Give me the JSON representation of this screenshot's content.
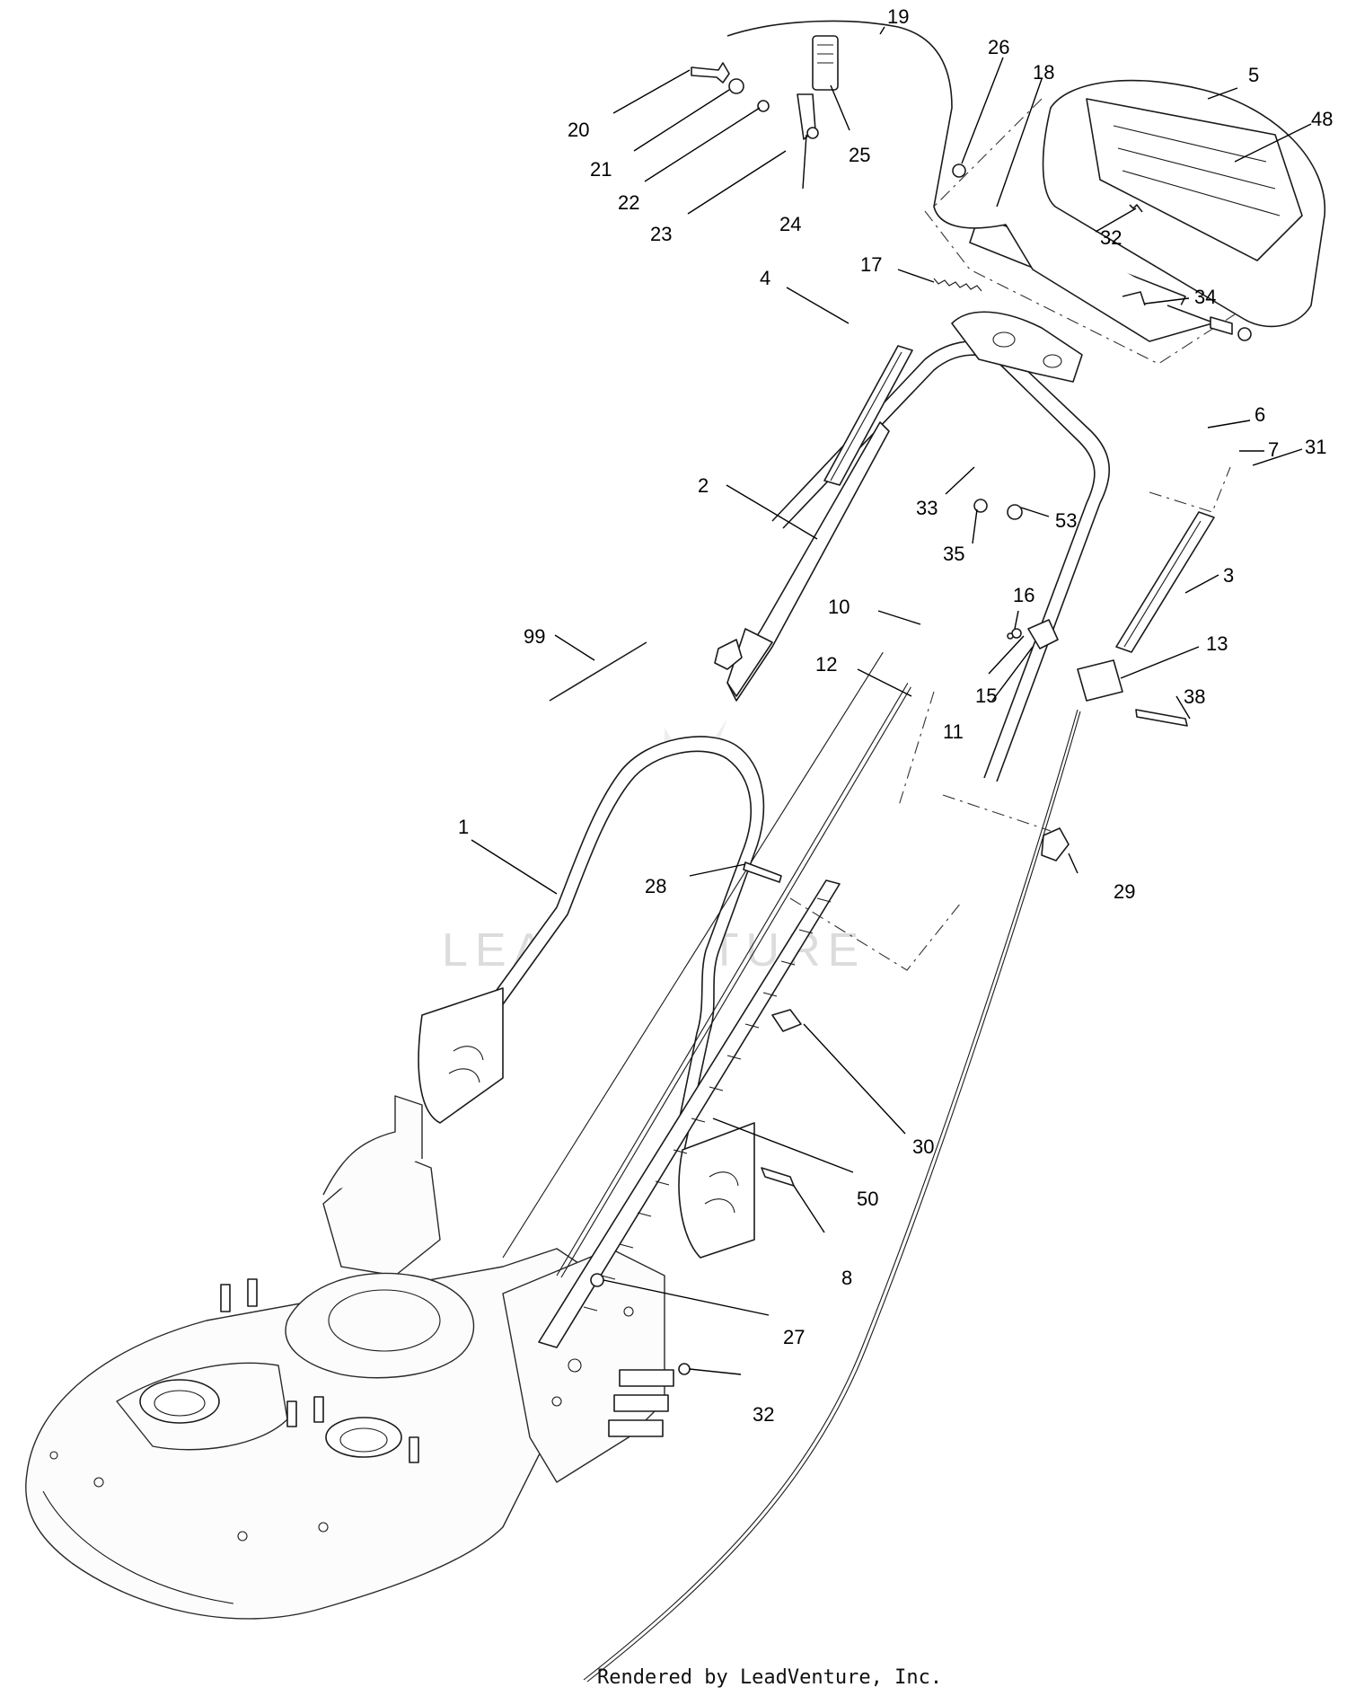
{
  "diagram": {
    "type": "exploded-parts-view",
    "callouts": [
      {
        "id": "1",
        "label": "1"
      },
      {
        "id": "2",
        "label": "2"
      },
      {
        "id": "3",
        "label": "3"
      },
      {
        "id": "4",
        "label": "4"
      },
      {
        "id": "5",
        "label": "5"
      },
      {
        "id": "6",
        "label": "6"
      },
      {
        "id": "7",
        "label": "7"
      },
      {
        "id": "8",
        "label": "8"
      },
      {
        "id": "10",
        "label": "10"
      },
      {
        "id": "11",
        "label": "11"
      },
      {
        "id": "12",
        "label": "12"
      },
      {
        "id": "13",
        "label": "13"
      },
      {
        "id": "15",
        "label": "15"
      },
      {
        "id": "16",
        "label": "16"
      },
      {
        "id": "17",
        "label": "17"
      },
      {
        "id": "18",
        "label": "18"
      },
      {
        "id": "19",
        "label": "19"
      },
      {
        "id": "20",
        "label": "20"
      },
      {
        "id": "21",
        "label": "21"
      },
      {
        "id": "22",
        "label": "22"
      },
      {
        "id": "23",
        "label": "23"
      },
      {
        "id": "24",
        "label": "24"
      },
      {
        "id": "25",
        "label": "25"
      },
      {
        "id": "26",
        "label": "26"
      },
      {
        "id": "27",
        "label": "27"
      },
      {
        "id": "28",
        "label": "28"
      },
      {
        "id": "29",
        "label": "29"
      },
      {
        "id": "30",
        "label": "30"
      },
      {
        "id": "31",
        "label": "31"
      },
      {
        "id": "32a",
        "label": "32"
      },
      {
        "id": "32b",
        "label": "32"
      },
      {
        "id": "33",
        "label": "33"
      },
      {
        "id": "34",
        "label": "34"
      },
      {
        "id": "35",
        "label": "35"
      },
      {
        "id": "38",
        "label": "38"
      },
      {
        "id": "48",
        "label": "48"
      },
      {
        "id": "50",
        "label": "50"
      },
      {
        "id": "53",
        "label": "53"
      },
      {
        "id": "99",
        "label": "99"
      }
    ]
  },
  "watermark": {
    "text": "LEADVENTURE"
  },
  "footer": {
    "text": "Rendered by LeadVenture, Inc."
  }
}
